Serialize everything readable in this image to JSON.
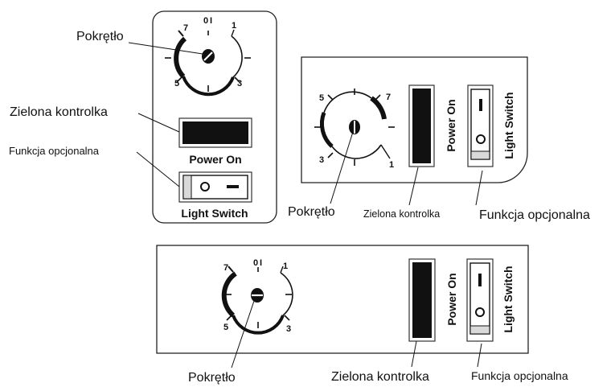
{
  "dial_scale": {
    "n0": "0",
    "n1": "1",
    "n3": "3",
    "n5": "5",
    "n7": "7"
  },
  "panel_labels": {
    "power_on": "Power On",
    "light_switch": "Light Switch"
  },
  "switch_symbols": {
    "on": "I",
    "off": "O"
  },
  "callouts": {
    "knob": "Pokrętło",
    "green_indicator": "Zielona kontrolka",
    "optional_function": "Funkcja opcjonalna"
  }
}
